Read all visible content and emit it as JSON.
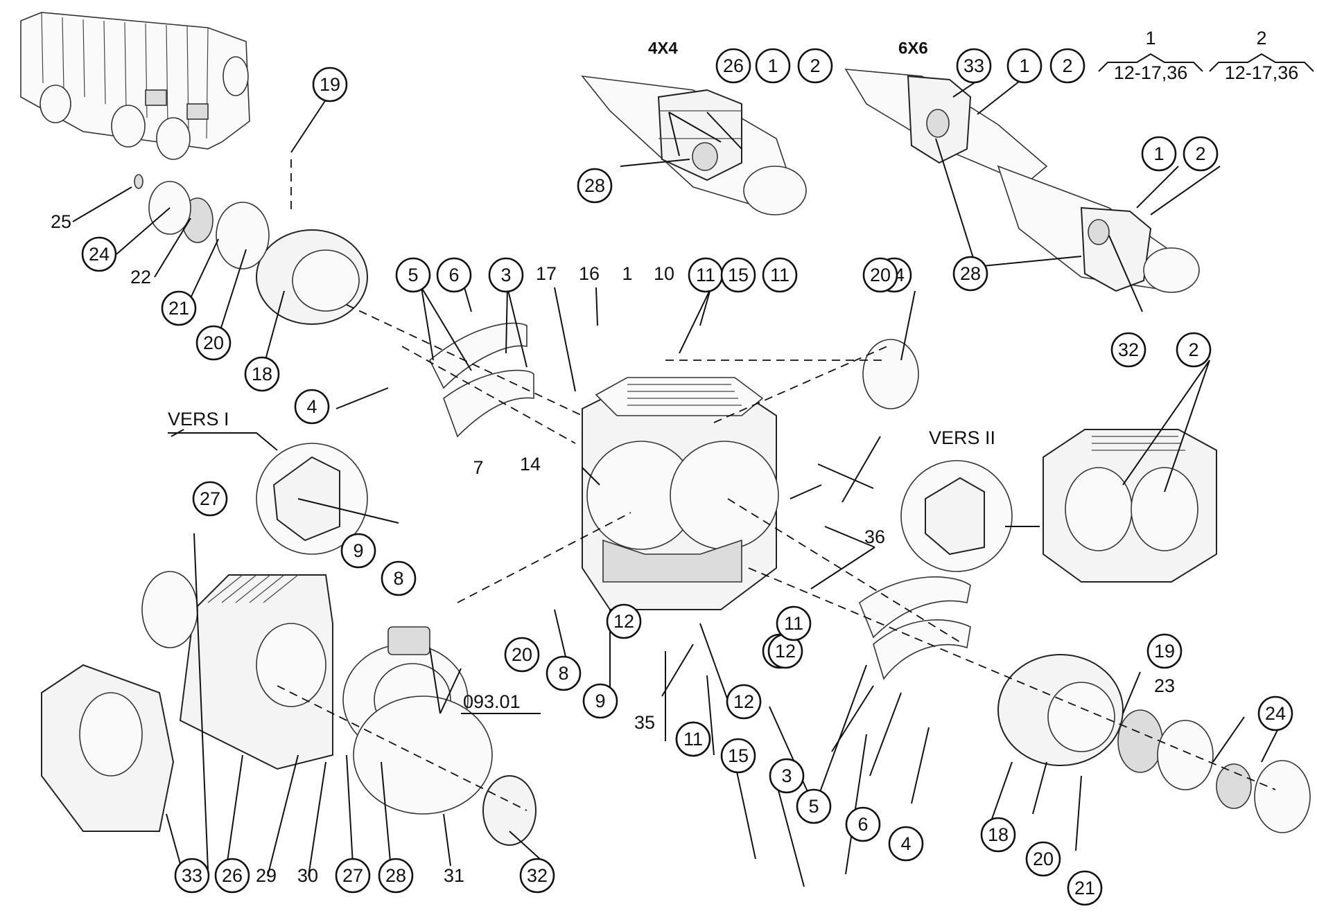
{
  "variants": {
    "left_label": "4X4",
    "right_label": "6X6"
  },
  "version_labels": {
    "vers_1": "VERS I",
    "vers_2": "VERS II"
  },
  "applicability_legend": [
    {
      "number": "1",
      "range": "12-17,36"
    },
    {
      "number": "2",
      "range": "12-17,36"
    }
  ],
  "assembly_label": "093.01",
  "callouts": [
    "19",
    "25",
    "24",
    "22",
    "21",
    "20",
    "18",
    "5",
    "6",
    "3",
    "17",
    "16",
    "1",
    "10",
    "11",
    "15",
    "11",
    "34",
    "20",
    "4",
    "14",
    "7",
    "9",
    "8",
    "27",
    "20",
    "8",
    "9",
    "12",
    "12",
    "13",
    "12",
    "11",
    "15",
    "35",
    "11",
    "15",
    "36",
    "3",
    "5",
    "6",
    "4",
    "19",
    "23",
    "24",
    "18",
    "20",
    "21",
    "33",
    "26",
    "29",
    "30",
    "27",
    "28",
    "31",
    "32",
    "26",
    "1",
    "2",
    "28",
    "33",
    "1",
    "2",
    "1",
    "2",
    "28",
    "32",
    "2"
  ]
}
